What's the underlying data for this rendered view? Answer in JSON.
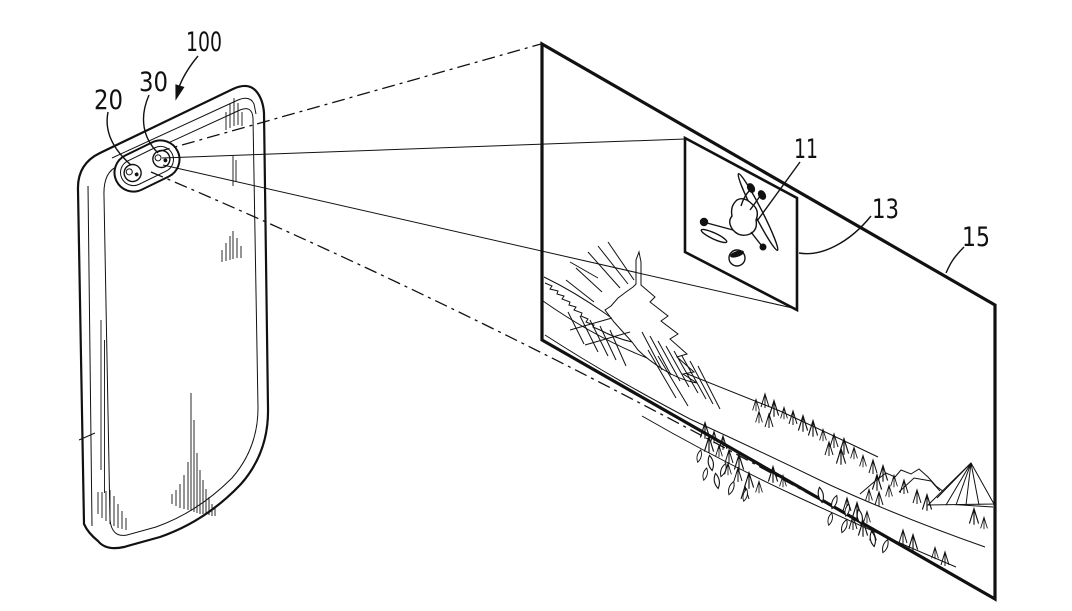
{
  "figure": {
    "type": "patent-line-drawing",
    "background": "#ffffff",
    "ink": "#111111",
    "labels": {
      "device": "100",
      "camera_outer": "20",
      "camera_inner": "30",
      "subject": "11",
      "zoom_frame": "13",
      "scene_frame": "15"
    }
  }
}
